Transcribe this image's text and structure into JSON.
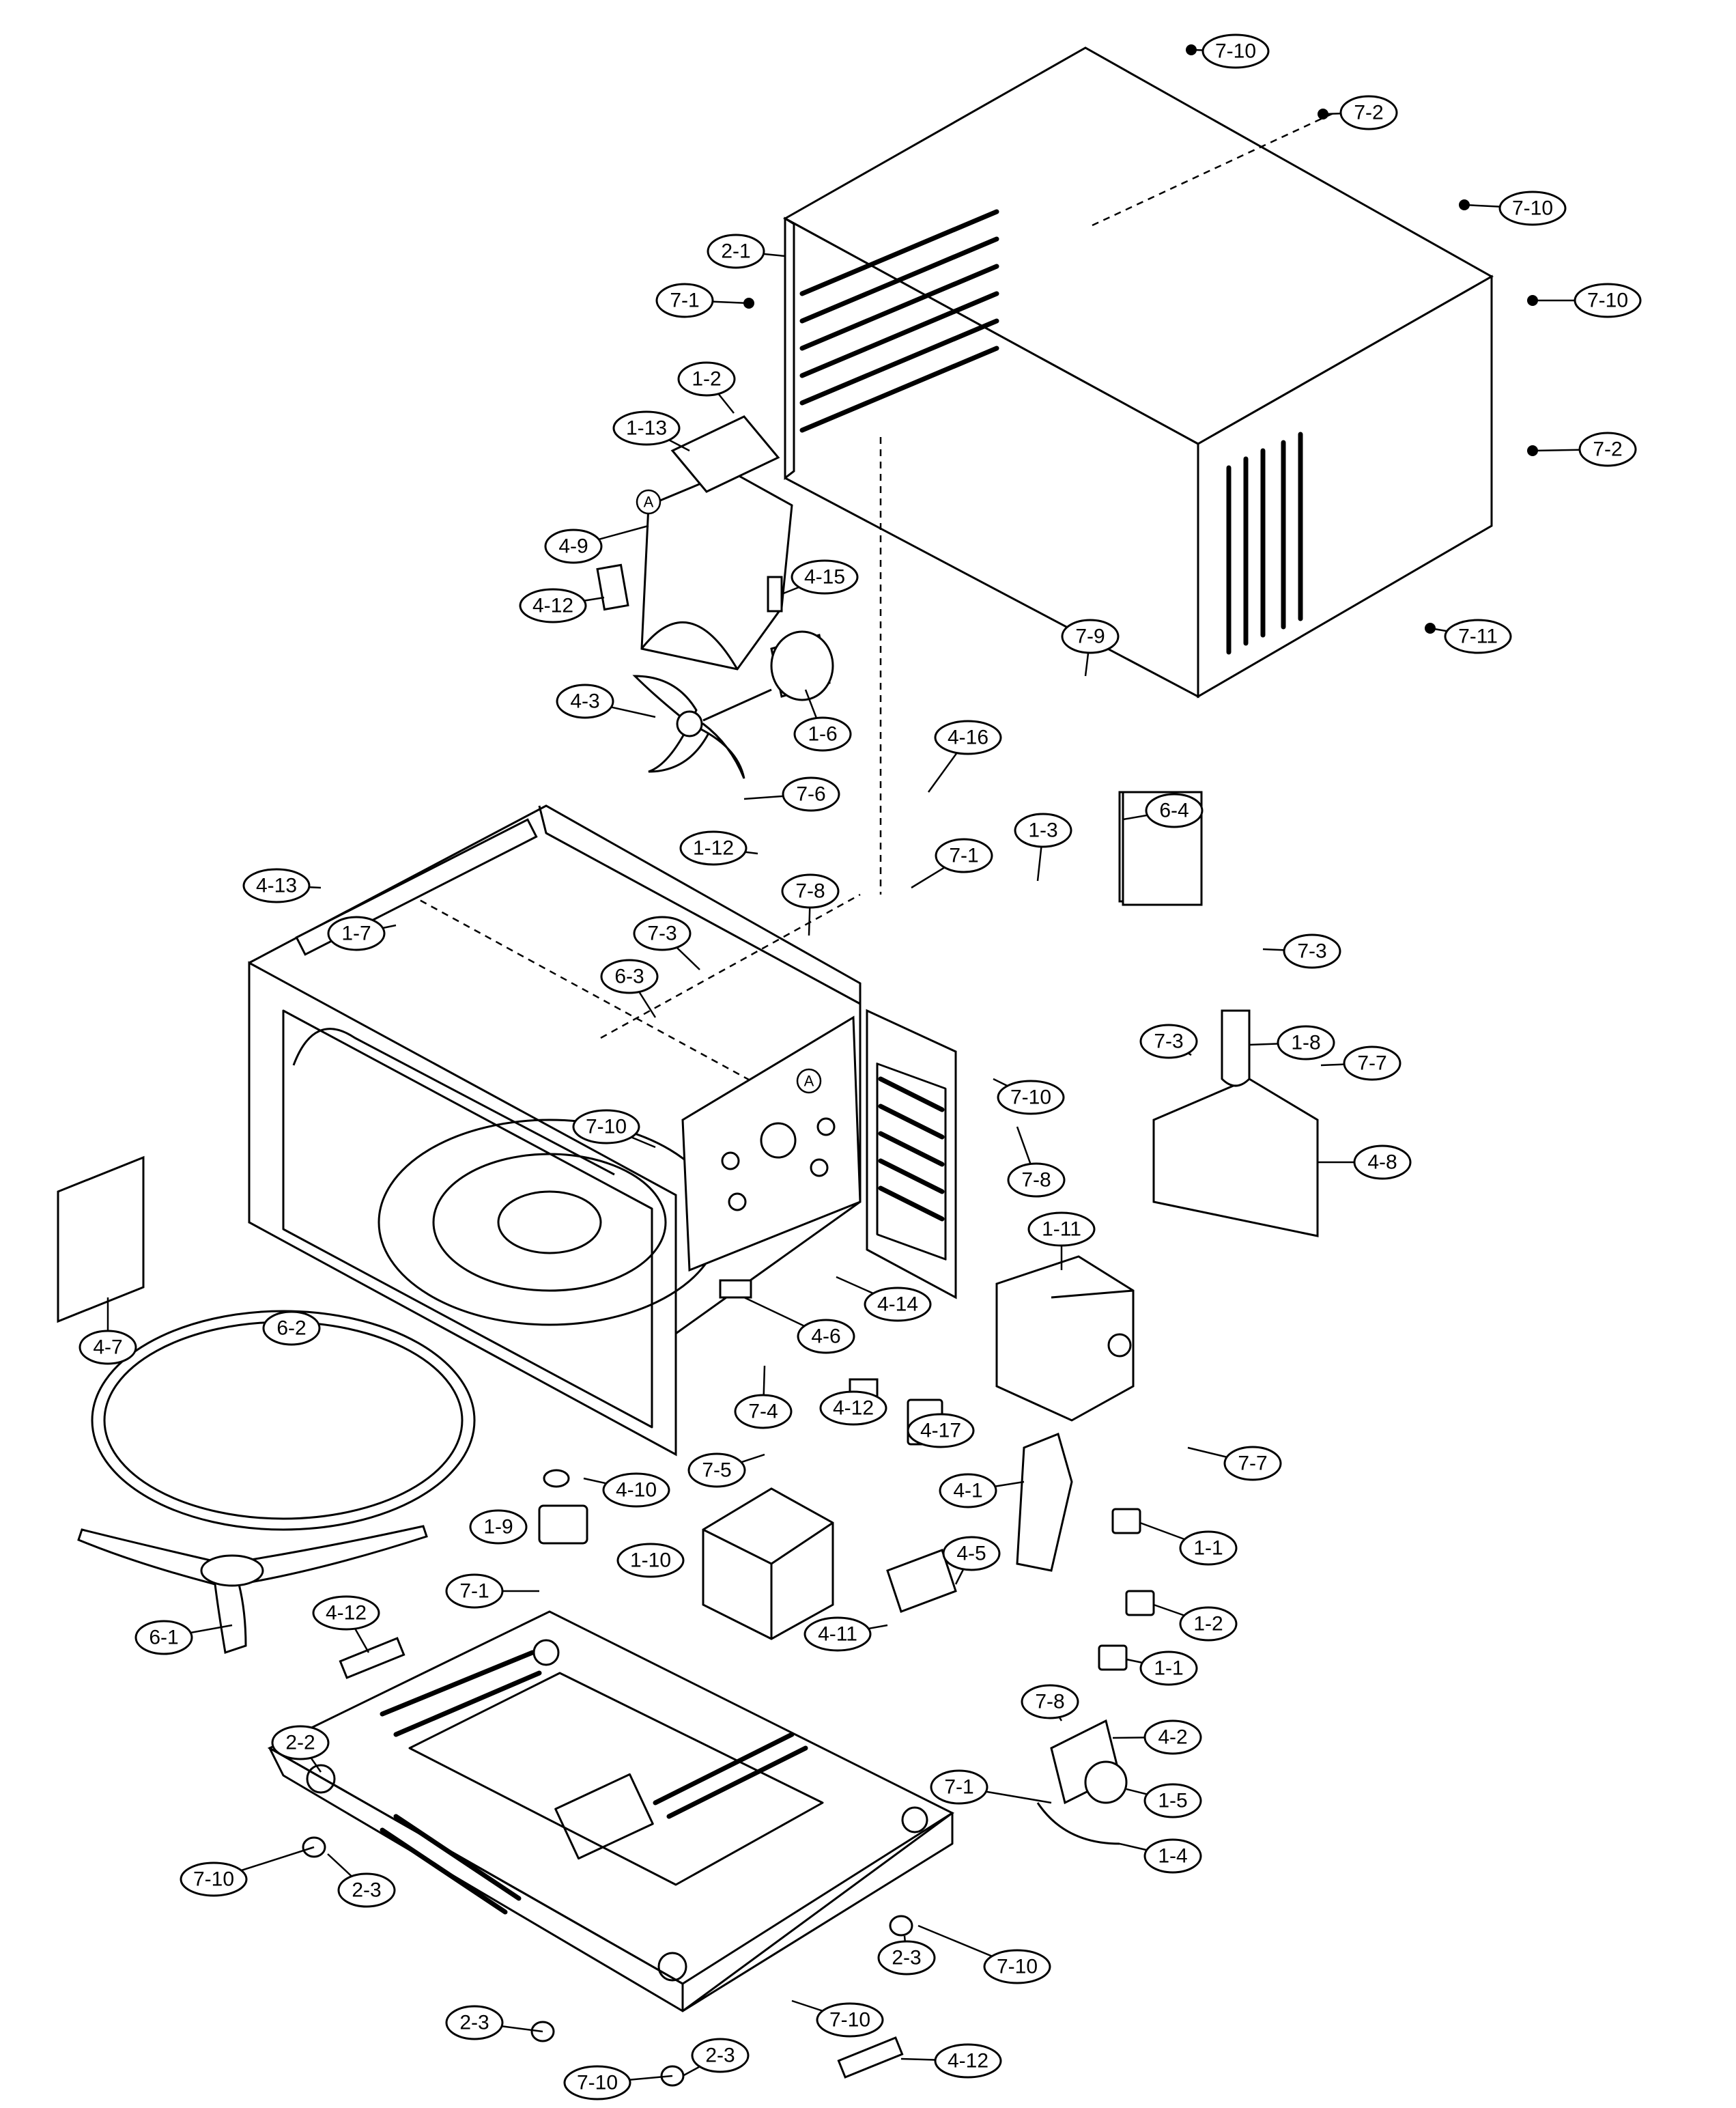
{
  "callouts": [
    {
      "id": "c01",
      "label": "7-10"
    },
    {
      "id": "c02",
      "label": "7-2"
    },
    {
      "id": "c03",
      "label": "7-10"
    },
    {
      "id": "c04",
      "label": "7-10"
    },
    {
      "id": "c05",
      "label": "7-2"
    },
    {
      "id": "c06",
      "label": "7-11"
    },
    {
      "id": "c07",
      "label": "2-1"
    },
    {
      "id": "c08",
      "label": "7-1"
    },
    {
      "id": "c09",
      "label": "1-2"
    },
    {
      "id": "c10",
      "label": "1-13"
    },
    {
      "id": "c11",
      "label": "4-9"
    },
    {
      "id": "c12",
      "label": "4-12"
    },
    {
      "id": "c13",
      "label": "4-15"
    },
    {
      "id": "c14",
      "label": "4-3"
    },
    {
      "id": "c15",
      "label": "1-6"
    },
    {
      "id": "c16",
      "label": "7-9"
    },
    {
      "id": "c17",
      "label": "4-16"
    },
    {
      "id": "c18",
      "label": "7-6"
    },
    {
      "id": "c19",
      "label": "1-12"
    },
    {
      "id": "c20",
      "label": "7-1"
    },
    {
      "id": "c21",
      "label": "1-3"
    },
    {
      "id": "c22",
      "label": "6-4"
    },
    {
      "id": "c23",
      "label": "4-13"
    },
    {
      "id": "c24",
      "label": "1-7"
    },
    {
      "id": "c25",
      "label": "7-8"
    },
    {
      "id": "c26",
      "label": "7-3"
    },
    {
      "id": "c27",
      "label": "7-3"
    },
    {
      "id": "c28",
      "label": "6-3"
    },
    {
      "id": "c29",
      "label": "7-10"
    },
    {
      "id": "c30",
      "label": "7-3"
    },
    {
      "id": "c31",
      "label": "1-8"
    },
    {
      "id": "c32",
      "label": "7-7"
    },
    {
      "id": "c33",
      "label": "7-10"
    },
    {
      "id": "c34",
      "label": "7-8"
    },
    {
      "id": "c35",
      "label": "4-8"
    },
    {
      "id": "c36",
      "label": "4-7"
    },
    {
      "id": "c37",
      "label": "1-11"
    },
    {
      "id": "c38",
      "label": "4-14"
    },
    {
      "id": "c39",
      "label": "4-6"
    },
    {
      "id": "c40",
      "label": "6-2"
    },
    {
      "id": "c41",
      "label": "7-4"
    },
    {
      "id": "c42",
      "label": "4-12"
    },
    {
      "id": "c43",
      "label": "4-17"
    },
    {
      "id": "c44",
      "label": "7-7"
    },
    {
      "id": "c45",
      "label": "7-5"
    },
    {
      "id": "c46",
      "label": "4-10"
    },
    {
      "id": "c47",
      "label": "4-1"
    },
    {
      "id": "c48",
      "label": "1-9"
    },
    {
      "id": "c49",
      "label": "1-10"
    },
    {
      "id": "c50",
      "label": "1-1"
    },
    {
      "id": "c51",
      "label": "4-5"
    },
    {
      "id": "c52",
      "label": "7-1"
    },
    {
      "id": "c53",
      "label": "6-1"
    },
    {
      "id": "c54",
      "label": "4-12"
    },
    {
      "id": "c55",
      "label": "4-11"
    },
    {
      "id": "c56",
      "label": "1-2"
    },
    {
      "id": "c57",
      "label": "1-1"
    },
    {
      "id": "c58",
      "label": "7-8"
    },
    {
      "id": "c59",
      "label": "4-2"
    },
    {
      "id": "c60",
      "label": "2-2"
    },
    {
      "id": "c61",
      "label": "7-1"
    },
    {
      "id": "c62",
      "label": "1-5"
    },
    {
      "id": "c63",
      "label": "1-4"
    },
    {
      "id": "c64",
      "label": "7-10"
    },
    {
      "id": "c65",
      "label": "2-3"
    },
    {
      "id": "c66",
      "label": "7-10"
    },
    {
      "id": "c67",
      "label": "2-3"
    },
    {
      "id": "c68",
      "label": "2-3"
    },
    {
      "id": "c69",
      "label": "7-10"
    },
    {
      "id": "c70",
      "label": "2-3"
    },
    {
      "id": "c71",
      "label": "4-12"
    },
    {
      "id": "c72",
      "label": "7-10"
    }
  ],
  "reference_marks": [
    {
      "id": "ref1",
      "label": "A"
    },
    {
      "id": "ref2",
      "label": "A"
    }
  ]
}
